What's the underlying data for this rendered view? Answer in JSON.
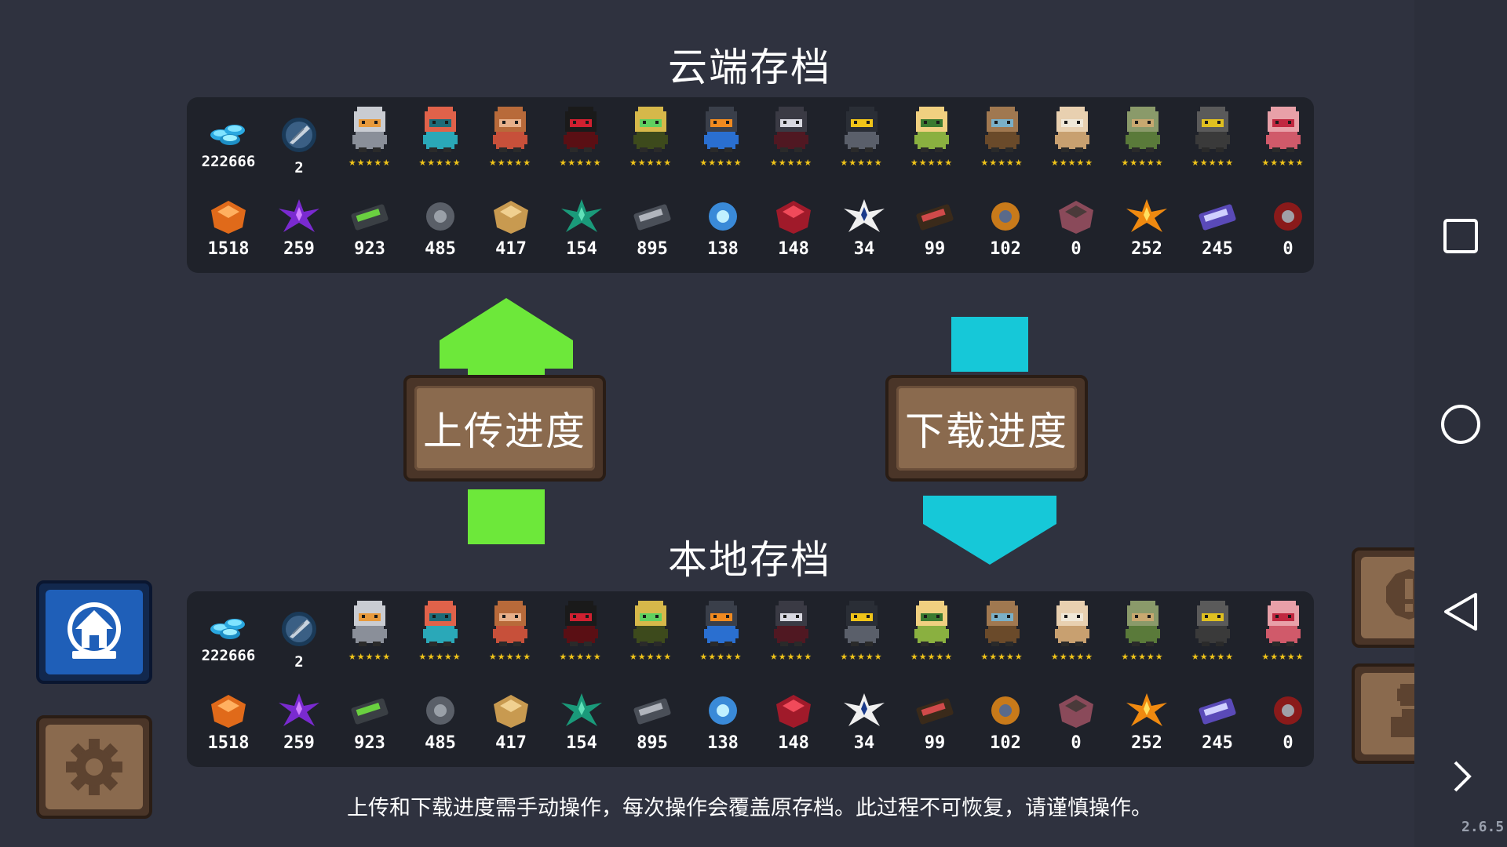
{
  "cloud_title": "云端存档",
  "local_title": "本地存档",
  "upload_button": "上传进度",
  "download_button": "下载进度",
  "notice": "上传和下载进度需手动操作，每次操作会覆盖原存档。此过程不可恢复，请谨慎操作。",
  "version": "2.6.5",
  "cloud": {
    "gems": "222666",
    "tickets": "2",
    "materials": [
      "1518",
      "259",
      "923",
      "485",
      "417",
      "154",
      "895",
      "138",
      "148",
      "34",
      "99",
      "102",
      "0",
      "252",
      "245",
      "0"
    ]
  },
  "local": {
    "gems": "222666",
    "tickets": "2",
    "materials": [
      "1518",
      "259",
      "923",
      "485",
      "417",
      "154",
      "895",
      "138",
      "148",
      "34",
      "99",
      "102",
      "0",
      "252",
      "245",
      "0"
    ]
  },
  "star_text": "★★★★★",
  "icons": {
    "heroes": [
      "knight",
      "rogue",
      "wizard",
      "assassin",
      "alchemist",
      "engineer",
      "vampire",
      "paladin",
      "elf",
      "werewolf",
      "priest",
      "druid",
      "robot",
      "berserker"
    ],
    "materials": [
      "ore-orange",
      "crystal-purple",
      "battery",
      "gear",
      "wood-plank",
      "crystal-teal",
      "stone-ore",
      "crystal-cyan",
      "crystal-red",
      "circuit-board",
      "wrench",
      "shell",
      "statue",
      "star-gold",
      "crystal-violet",
      "red-device"
    ],
    "sidebar": [
      "chilly-room-logo",
      "settings-gear"
    ],
    "right": [
      "alert-icon",
      "profile-icon"
    ],
    "nav": [
      "square-icon",
      "circle-icon",
      "back-triangle-icon",
      "forward-chevron-icon"
    ]
  },
  "colors": {
    "background": "#2f323f",
    "panel": "#1f222a",
    "upload_arrow": "#6de83a",
    "download_arrow": "#16c8d8",
    "wood": "#8a6a4e",
    "logo_blue": "#1f5fb8"
  }
}
